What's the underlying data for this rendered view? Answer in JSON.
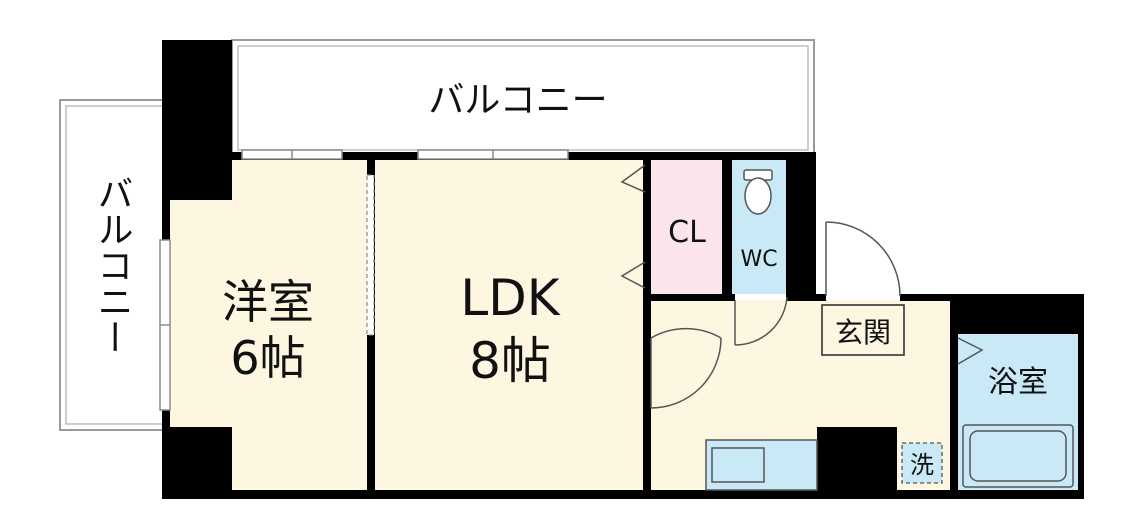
{
  "balcony_top": "バルコニー",
  "balcony_left": "バルコニー",
  "western_room": {
    "name": "洋室",
    "size": "6帖"
  },
  "ldk": {
    "name": "LDK",
    "size": "8帖"
  },
  "closet": "CL",
  "wc": "WC",
  "entrance": "玄関",
  "bathroom": "浴室",
  "washer": "洗",
  "colors": {
    "room_floor": "#fdf6e1",
    "closet": "#fbe4ec",
    "wet_area": "#c9e9f6",
    "wall": "#000000",
    "balcony": "#ffffff"
  }
}
